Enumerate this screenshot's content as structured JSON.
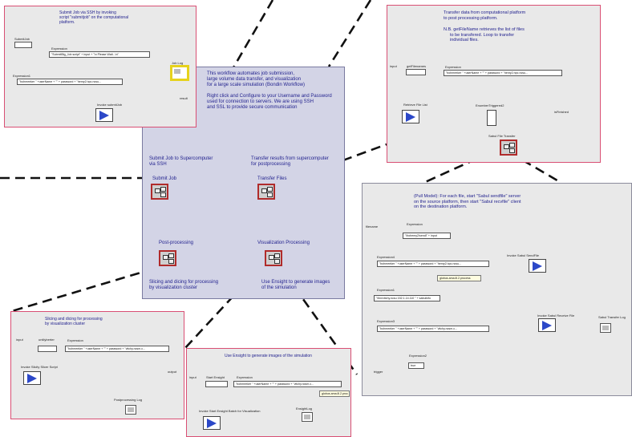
{
  "colors": {
    "panel_border": "#d94f74",
    "main_bg": "#d3d4e6",
    "text": "#23238f",
    "actor": "#2c48c8",
    "composite_border": "#b02b2b"
  },
  "main": {
    "intro": [
      "This workflow automates job submission,",
      "large volume data transfer, and visualization",
      "for a large scale simulation (Bondin Workflow)"
    ],
    "config": [
      "Right click and Configure to your Username and Password",
      "used for connection to servers. We are using SSH",
      "and SSL to provide secure communication"
    ],
    "submit_desc": [
      "Submit Job to Supercomputer",
      "via SSH"
    ],
    "transfer_desc": [
      "Transfer results from supercomputer",
      "for postprocessing"
    ],
    "submit_label": "Submit Job",
    "transfer_label": "Transfer Files",
    "post_label": "Post-processing",
    "vis_label": "Visualization Processing",
    "post_desc": [
      "Slicing and dicing for processing",
      "by visualization cluster"
    ],
    "vis_desc": [
      "Use Ensight to generate images",
      "of the simulation"
    ]
  },
  "submit_panel": {
    "desc": [
      "Submit Job via SSH by invoking",
      "script \"submitjob\" on the computational",
      "platform."
    ],
    "param": "SubmitJob",
    "expr_label": "Expression",
    "expr_value": "\"SubmitBig_Job script\" + input + \"\\n Please Wait...\\n\"",
    "expr1_label": "Expression1",
    "expr1_value": "\"bohmeeker \" +userName + \"\" + password + \"henry2.hpc.ncsu...",
    "actor_label": "Invoke submitJob",
    "joblog_label": "Job Log",
    "output_label": "result"
  },
  "transfer_panel": {
    "desc": [
      "Transfer data from computational platform",
      "to post processing platform.",
      "",
      "N.B. getFileName retrieves the list of files",
      "to be transfered. Loop to transfer",
      "individual files."
    ],
    "input_label": "input",
    "param": "getFilenames",
    "expr_label": "Expression",
    "expr_value": "\"bohmeeker \" +userName + \"\" + password + \"henry2.hpc.ncsu...",
    "retrieve_label": "Retrieve File List",
    "enumerator_label": "EnumberTriggered2",
    "output_label": "isFinished",
    "sabul_label": "Sabul File Transfer"
  },
  "sabul_panel": {
    "desc": [
      "(Pull Model): For each file, start \"Sabul sendfile\" server",
      "on the source platform, then start \"Sabul recvfile\" client",
      "on the destination platform."
    ],
    "input_label": "filename",
    "expr_label": "Expression",
    "expr_value": "\"/bohemy2/sendl\" + input",
    "expr4_label": "Expression4",
    "expr4_value": "\"bohmeeker \" +userName + \"\" + password + \"henry2.hpc.ncsu...",
    "send_label": "Invoke Sabul SendFile",
    "note_value": "globus.ama.lll.2.process",
    "expr1_label": "Expression1",
    "expr1_value": "\"/bin/vitchy.ncsu 152.1.14.110 \" + sabulinfo",
    "expr3_label": "Expression3",
    "expr3_value": "\"bohmeeker \" +userName + \"\" + password + \"vitchy.ncsm.c...",
    "recv_label": "Invoke Sabul Receive File",
    "log_label": "Sabul Transfer Log",
    "expr2_label": "Expression2",
    "expr2_value": "true",
    "trigger_label": "trigger"
  },
  "post_panel": {
    "desc": [
      "Slicing and dicing for processing",
      "by visualization cluster"
    ],
    "input_label": "input",
    "param": "untilyberter",
    "expr_label": "Expression",
    "expr_value": "\"bohmeeker \" +userName + \"\" + password + \"vitchy.ncsm.c...",
    "actor_label": "Invoke Slicity Slicer Script",
    "output_label": "output",
    "log_label": "Postprocessing Log"
  },
  "vis_panel": {
    "desc": "Use Ensight to generate images of the simulation",
    "input_label": "input",
    "param": "Start Ensight",
    "expr_label": "Expression",
    "expr_value": "\"bohmeeker \" +userName + \"\" + password + \"vitchy.ncsm.c...",
    "note_value": "globus.ama.lll.2.proc",
    "actor_label": "Invoke Start Ensight Batch for Visualization",
    "log_label": "EnsightLog"
  }
}
